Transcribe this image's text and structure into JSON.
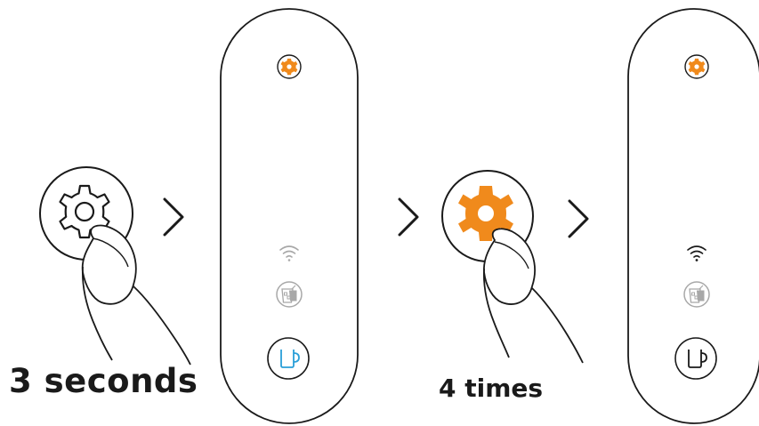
{
  "steps": [
    {
      "caption": "3 seconds"
    },
    {
      "caption": "4 times"
    }
  ],
  "colors": {
    "outline": "#1a1a1a",
    "settings_accent": "#f08a1c",
    "cup_active": "#2a9fd8",
    "inactive_gray": "#a8a8a8",
    "background": "#ffffff"
  },
  "icons": [
    "gear-icon",
    "chevron-right-icon",
    "finger-icon",
    "wifi-icon",
    "iced-drink-icon",
    "cup-icon",
    "settings-indicator-icon"
  ],
  "panels": [
    {
      "wifi_state": "dimmed",
      "cup_state": "highlighted"
    },
    {
      "wifi_state": "active",
      "cup_state": "normal"
    }
  ]
}
